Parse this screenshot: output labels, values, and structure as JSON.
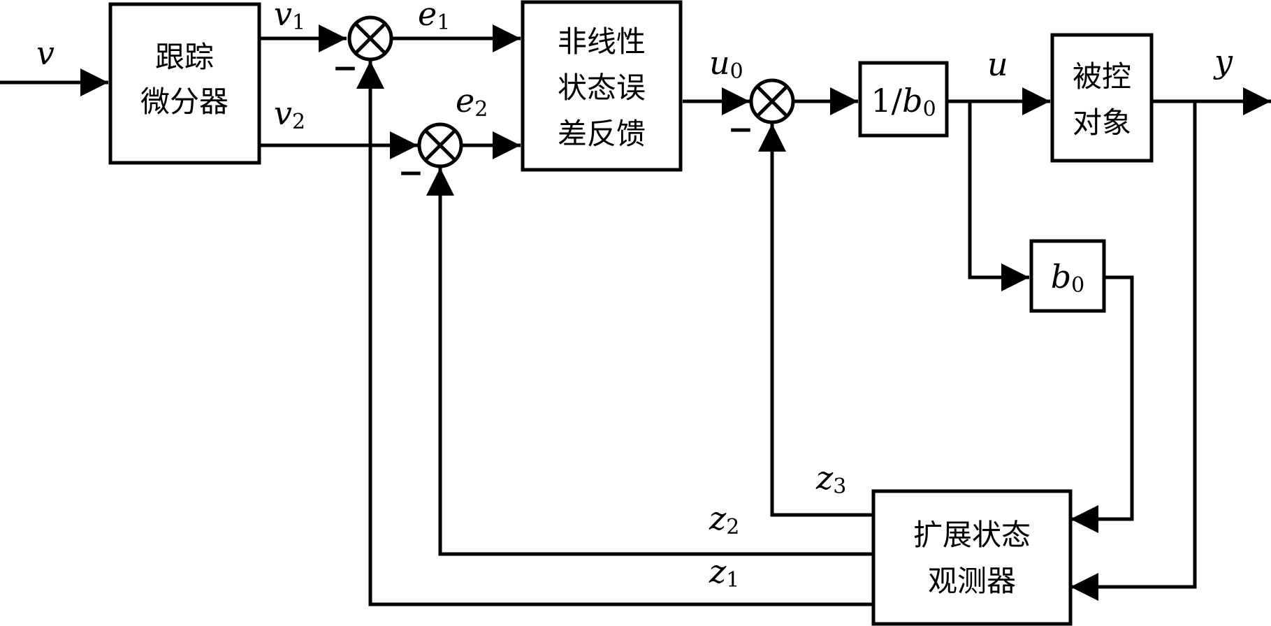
{
  "blocks": {
    "tracking_differentiator": [
      "跟踪",
      "微分器"
    ],
    "nonlinear_feedback": [
      "非线性",
      "状态误",
      "差反馈"
    ],
    "inverse_gain": {
      "one": "1/",
      "sym": "b",
      "sub": "0"
    },
    "plant": [
      "被控",
      "对象"
    ],
    "gain": {
      "sym": "b",
      "sub": "0"
    },
    "eso": [
      "扩展状态",
      "观测器"
    ]
  },
  "signals": {
    "v": {
      "sym": "v",
      "sub": ""
    },
    "v1": {
      "sym": "v",
      "sub": "1"
    },
    "v2": {
      "sym": "v",
      "sub": "2"
    },
    "e1": {
      "sym": "e",
      "sub": "1"
    },
    "e2": {
      "sym": "e",
      "sub": "2"
    },
    "u0": {
      "sym": "u",
      "sub": "0"
    },
    "u": {
      "sym": "u",
      "sub": ""
    },
    "y": {
      "sym": "y",
      "sub": ""
    },
    "z1": {
      "sym": "z",
      "sub": "1"
    },
    "z2": {
      "sym": "z",
      "sub": "2"
    },
    "z3": {
      "sym": "z",
      "sub": "3"
    }
  },
  "signs": {
    "minus": "−"
  }
}
